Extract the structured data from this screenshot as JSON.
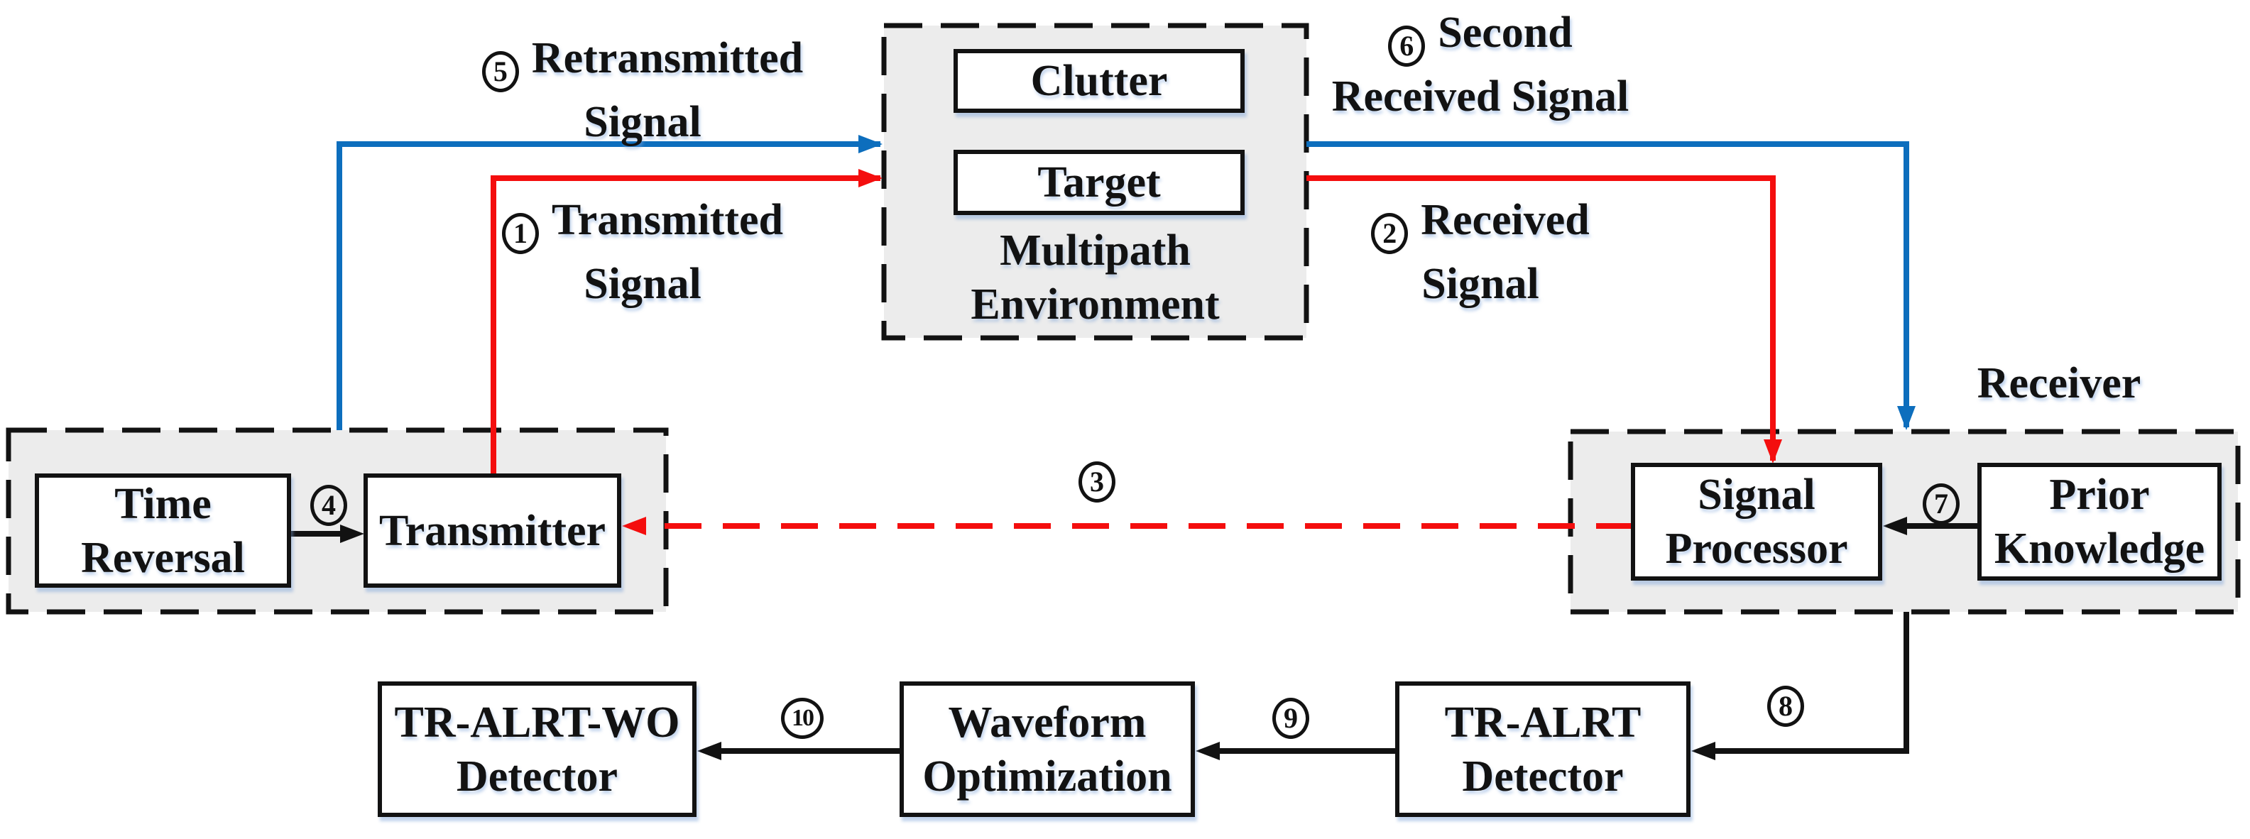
{
  "theme": {
    "blue": "#0d6ebd",
    "red": "#f40e0e",
    "ink": "#121212",
    "panel_fill": "#ececec",
    "paper": "#ffffff"
  },
  "blocks": {
    "clutter": "Clutter",
    "target": "Target",
    "multipath": [
      "Multipath",
      "Environment"
    ],
    "time_reversal": [
      "Time",
      "Reversal"
    ],
    "transmitter": "Transmitter",
    "receiver_title": "Receiver",
    "signal_processor": [
      "Signal",
      "Processor"
    ],
    "prior_knowledge": [
      "Prior",
      "Knowledge"
    ],
    "tr_alrt_wo": [
      "TR-ALRT-WO",
      "Detector"
    ],
    "waveform_optimization": [
      "Waveform",
      "Optimization"
    ],
    "tr_alrt": [
      "TR-ALRT",
      "Detector"
    ]
  },
  "labels": {
    "l1": {
      "num": "1",
      "line1": "Transmitted",
      "line2": "Signal"
    },
    "l2": {
      "num": "2",
      "line1": "Received",
      "line2": "Signal"
    },
    "l3": {
      "num": "3"
    },
    "l4": {
      "num": "4"
    },
    "l5": {
      "num": "5",
      "line1": "Retransmitted",
      "line2": "Signal"
    },
    "l6": {
      "num": "6",
      "line1": "Second",
      "line2": "Received Signal"
    },
    "l7": {
      "num": "7"
    },
    "l8": {
      "num": "8"
    },
    "l9": {
      "num": "9"
    },
    "l10": {
      "num": "10"
    }
  }
}
